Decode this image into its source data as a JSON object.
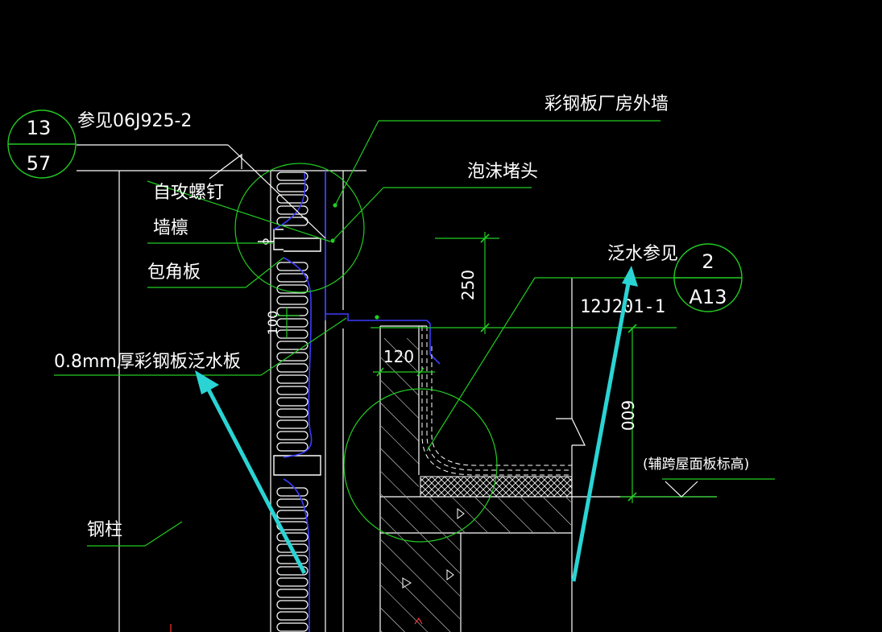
{
  "drawing": {
    "colors": {
      "background": "#000000",
      "line": "#ffffff",
      "leader": "#22cc22",
      "flashing": "#3b3bff",
      "arrow": "#2ad4d4",
      "marker": "#ff3333"
    },
    "detail_bubbles": [
      {
        "id": "left",
        "number": "13",
        "sheet": "57"
      },
      {
        "id": "right",
        "number": "2",
        "sheet": "A13"
      }
    ],
    "labels": {
      "ref_top": "参见06J925-2",
      "wall": "彩钢板厂房外墙",
      "foam_plug": "泡沫堵头",
      "screw": "自攻螺钉",
      "purlin": "墙檩",
      "corner_plate": "包角板",
      "flashing_plate": "0.8mm厚彩钢板泛水板",
      "steel_column": "钢柱",
      "flashing_ref": "泛水参见",
      "standard_ref": "12J201-1",
      "roof_elev": "(辅跨屋面板标高)"
    },
    "dimensions": {
      "d250": "250",
      "d100": "100",
      "d120": "120",
      "d600": "600"
    }
  }
}
